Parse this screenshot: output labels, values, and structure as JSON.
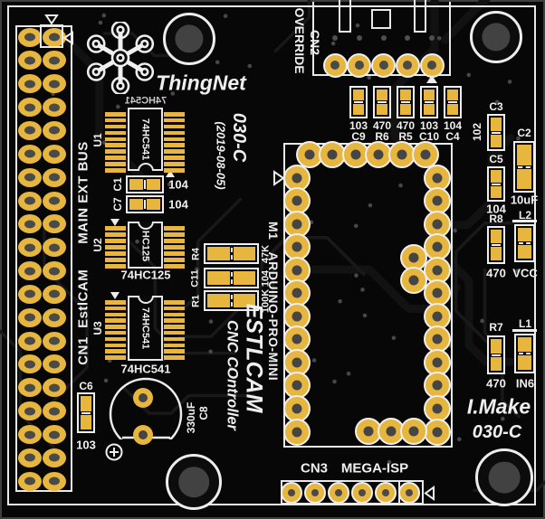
{
  "brand": "ThingNet",
  "version": {
    "code": "030-C",
    "date": "(2019-08-05)"
  },
  "title": {
    "line1": "ESTLCAM",
    "line2": "CNC COntroller"
  },
  "maker": {
    "line1": "I.Make",
    "line2": "030-C"
  },
  "connectors": {
    "cn1": {
      "refdes": "CN1",
      "label": "EstlCAM",
      "bus": "MAIN EXT BUS",
      "rows": 20,
      "cols": 2
    },
    "cn2": {
      "refdes": "CN2",
      "label": "OVERRIDE",
      "pins": 5
    },
    "cn3": {
      "refdes": "CN3",
      "label": "MEGA-ISP",
      "pins": 6
    }
  },
  "module": {
    "refdes": "M1",
    "label": "ARDUINO-PRO-MINI",
    "side_pins": 12,
    "top_pins": 6,
    "bottom_pins": 3,
    "extra_pins": 2
  },
  "ics": {
    "u1": {
      "refdes": "U1",
      "part": "74HC541",
      "mirror_label": "74HC541",
      "pins_per_side": 10
    },
    "u2": {
      "refdes": "U2",
      "part": "HC125",
      "label_below": "74HC125",
      "pins_per_side": 7
    },
    "u3": {
      "refdes": "U3",
      "part": "74HC541",
      "label_below": "74HC541",
      "pins_per_side": 10
    }
  },
  "top_components": [
    {
      "refdes": "C9",
      "value": "103"
    },
    {
      "refdes": "R6",
      "value": "470"
    },
    {
      "refdes": "R5",
      "value": "470"
    },
    {
      "refdes": "C10",
      "value": "103"
    },
    {
      "refdes": "C4",
      "value": "104"
    }
  ],
  "mid_caps": [
    {
      "refdes": "C1",
      "value": "104"
    },
    {
      "refdes": "C7",
      "value": "104"
    }
  ],
  "rc_cluster": [
    {
      "refdes": "R4",
      "value": "47K"
    },
    {
      "refdes": "C11",
      "value": "104"
    },
    {
      "refdes": "R1",
      "value": "100K"
    }
  ],
  "right_components": [
    {
      "refdes": "C3",
      "value": "102"
    },
    {
      "refdes": "C2",
      "value": "10uF"
    },
    {
      "refdes": "C5",
      "value": "104"
    },
    {
      "refdes": "R8",
      "value": "470"
    },
    {
      "refdes": "L2",
      "value": "VCC"
    },
    {
      "refdes": "R7",
      "value": "470"
    },
    {
      "refdes": "L1",
      "value": "IN6"
    }
  ],
  "bottom_left_components": [
    {
      "refdes": "C6",
      "value": "103"
    },
    {
      "refdes": "C8",
      "value": "330uF"
    }
  ],
  "colors": {
    "pad_gold": "#e6b63e",
    "silk_white": "#efefef",
    "board_black": "#0a0a0a",
    "drill_gray": "#474747"
  }
}
